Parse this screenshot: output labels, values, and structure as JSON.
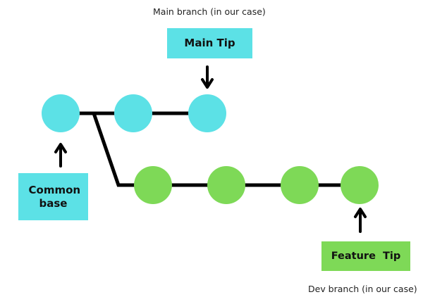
{
  "captions": {
    "main_branch": "Main branch (in our case)",
    "dev_branch": "Dev branch (in our case)"
  },
  "labels": {
    "main_tip": "Main Tip",
    "common_base": "Common base",
    "feature_tip": "Feature  Tip"
  },
  "colors": {
    "main_commit": "#5ce1e6",
    "feature_commit": "#7ed957",
    "main_label_bg": "#5ce1e6",
    "common_label_bg": "#5ce1e6",
    "feature_label_bg": "#7ed957",
    "line": "#000000"
  }
}
